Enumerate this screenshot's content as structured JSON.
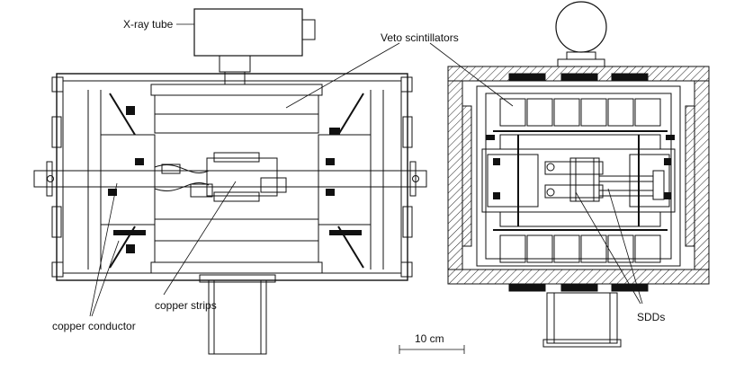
{
  "labels": {
    "xray_tube": "X-ray tube",
    "veto_scintillators": "Veto scintillators",
    "copper_strips": "copper strips",
    "copper_conductor": "copper conductor",
    "sdds": "SDDs",
    "scale_bar": "10 cm"
  }
}
